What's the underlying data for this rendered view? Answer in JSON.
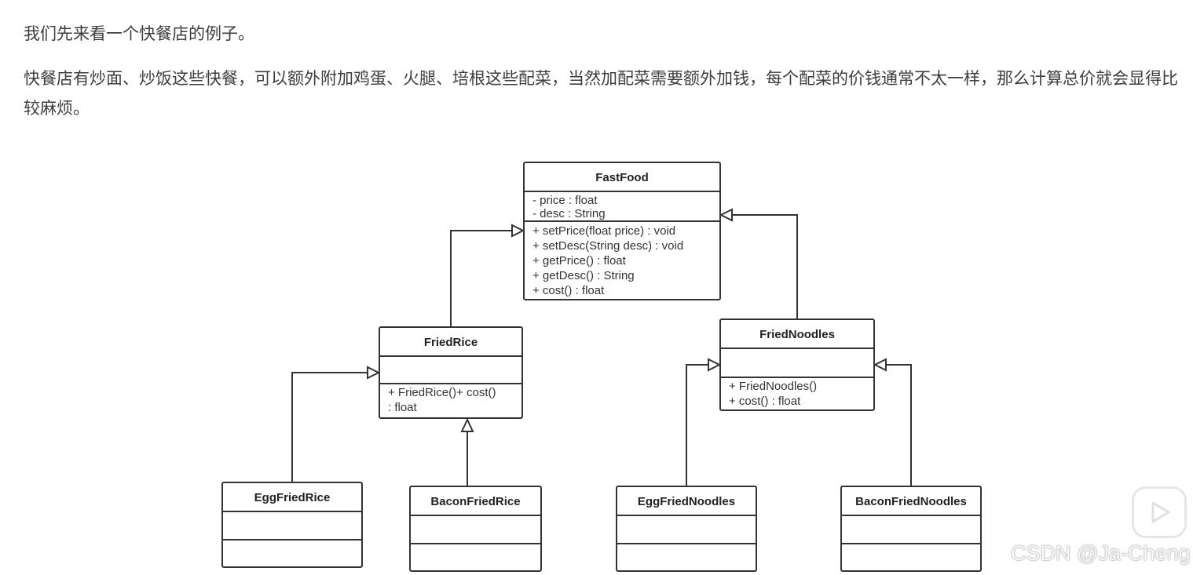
{
  "text": {
    "intro": "我们先来看一个快餐店的例子。",
    "description": "快餐店有炒面、炒饭这些快餐，可以额外附加鸡蛋、火腿、培根这些配菜，当然加配菜需要额外加钱，每个配菜的价钱通常不太一样，那么计算总价就会显得比较麻烦。"
  },
  "diagram": {
    "fastfood": {
      "name": "FastFood",
      "attrs": [
        "- price : float",
        "- desc : String"
      ],
      "methods": [
        "+ setPrice(float price) : void",
        "+ setDesc(String desc) : void",
        "+ getPrice() : float",
        "+ getDesc() : String",
        "+ cost() : float"
      ]
    },
    "friedrice": {
      "name": "FriedRice",
      "methods": [
        "+ FriedRice()+ cost()",
        ": float"
      ]
    },
    "friednoodles": {
      "name": "FriedNoodles",
      "methods": [
        "+ FriedNoodles()",
        "+ cost() : float"
      ]
    },
    "eggfriedrice": {
      "name": "EggFriedRice"
    },
    "baconfriedrice": {
      "name": "BaconFriedRice"
    },
    "eggfriednoodles": {
      "name": "EggFriedNoodles"
    },
    "baconfriednoodles": {
      "name": "BaconFriedNoodles"
    }
  },
  "watermark": "CSDN @Ja-Cheng",
  "icons": {
    "video": "play-icon"
  },
  "colors": {
    "line": "#333333",
    "text": "#3d3d3d"
  }
}
